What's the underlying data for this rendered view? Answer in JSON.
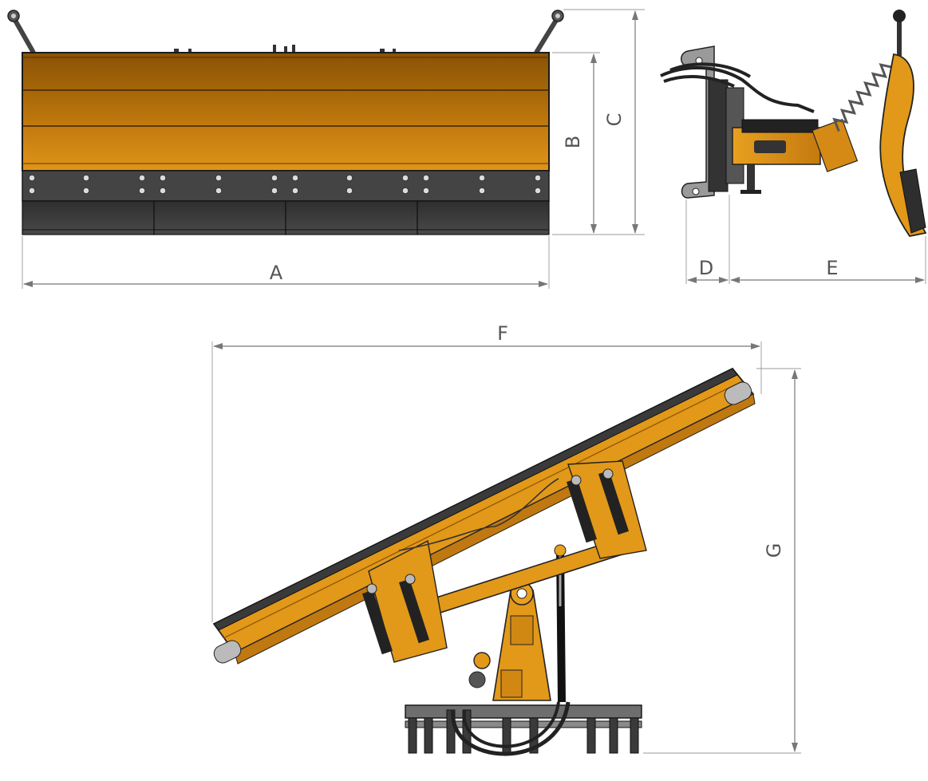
{
  "dimensions": {
    "A": "A",
    "B": "B",
    "C": "C",
    "D": "D",
    "E": "E",
    "F": "F",
    "G": "G"
  },
  "colors": {
    "blade_light": "#d68a14",
    "blade_mid": "#b06d0c",
    "blade_dark": "#8a5206",
    "rubber_edge": "#3a3a3a",
    "dim_line": "#777777"
  }
}
